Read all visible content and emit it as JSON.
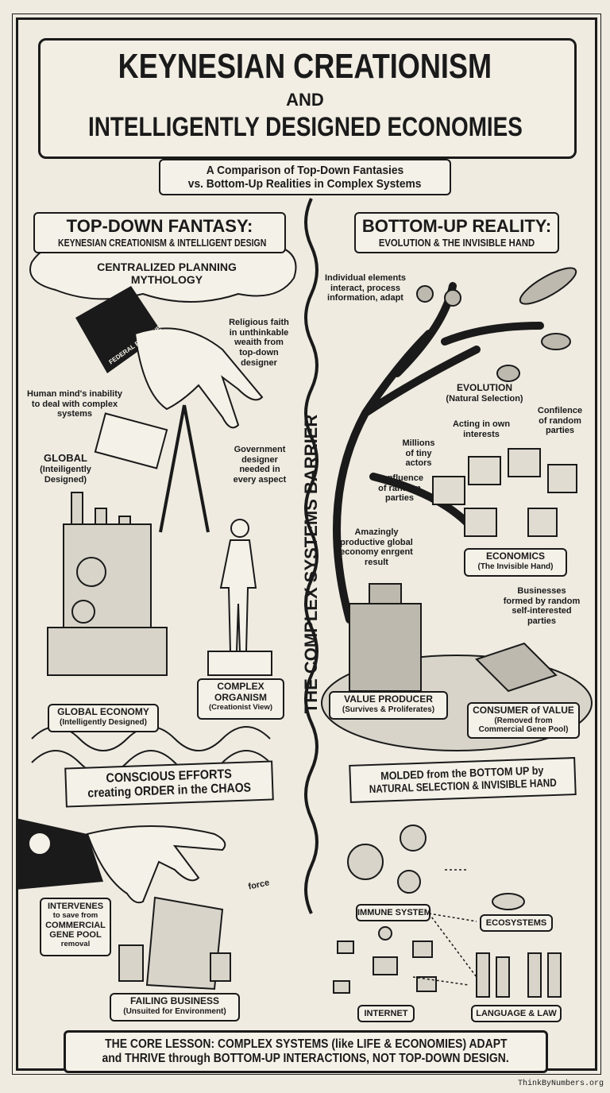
{
  "title": {
    "line1": "KEYNESIAN CREATIONISM",
    "line2": "AND",
    "line3": "INTELLIGENTLY DESIGNED ECONOMIES",
    "subtitle_line1": "A Comparison of Top-Down Fantasies",
    "subtitle_line2": "vs. Bottom-Up Realities in Complex Systems"
  },
  "barrier": "THE COMPLEX SYSTEMS BARRIER",
  "left": {
    "header_title": "TOP-DOWN FANTASY:",
    "header_sub": "KEYNESIAN CREATIONISM & INTELLIGENT DESIGN",
    "cloud_label_1": "CENTRALIZED PLANNING",
    "cloud_label_2": "MYTHOLOGY",
    "cuff_text": "FEDERAL RESERVE",
    "religious_faith": "Religious faith in unthinkable weaith from top-down designer",
    "human_mind": "Human mind's inability to deal with complex systems",
    "global_title": "GLOBAL",
    "global_sub": "(Inteiligently Designed)",
    "government_designer": "Government designer needed in every aspect",
    "global_economy_title": "GLOBAL ECONOMY",
    "global_economy_sub": "(Intelligently Designed)",
    "complex_organism_1": "COMPLEX",
    "complex_organism_2": "ORGANISM",
    "complex_organism_sub": "(Creationist View)",
    "ribbon_line1": "CONSCIOUS EFFORTS",
    "ribbon_line2": "creating ORDER in the CHAOS",
    "intervenes_1": "INTERVENES",
    "intervenes_2": "to save from",
    "intervenes_3": "COMMERCIAL",
    "intervenes_4": "GENE POOL",
    "intervenes_5": "removal",
    "force": "force",
    "failing_title": "FAILING BUSINESS",
    "failing_sub": "(Unsuited for Environment)"
  },
  "right": {
    "header_title": "BOTTOM-UP REALITY:",
    "header_sub": "EVOLUTION & THE INVISIBLE HAND",
    "individual_elements": "Individual elements interact, process information, adapt",
    "evolution_title": "EVOLUTION",
    "evolution_sub": "(Natural Selection)",
    "confilence": "Confilence of random parties",
    "acting": "Acting in own interests",
    "millions": "Millions of tiny actors",
    "confluence": "Confluence of random parties",
    "amazingly": "Amazingly productive global economy enrgent result",
    "economics_title": "ECONOMICS",
    "economics_sub": "(The Invisible Hand)",
    "businesses": "Businesses formed by random self-interested parties",
    "value_producer_title": "VALUE PRODUCER",
    "value_producer_sub": "(Survives & Proliferates)",
    "consumer_title": "CONSUMER of VALUE",
    "consumer_sub1": "(Removed from",
    "consumer_sub2": "Commercial Gene Pool)",
    "ribbon_line1": "MOLDED from the BOTTOM UP by",
    "ribbon_line2": "NATURAL SELECTION & INVISIBLE HAND",
    "immune_system": "IMMUNE SYSTEM",
    "ecosystems": "ECOSYSTEMS",
    "internet": "INTERNET",
    "language_law": "LANGUAGE & LAW"
  },
  "core_lesson_line1": "THE CORE LESSON: COMPLEX SYSTEMS (like LIFE & ECONOMIES) ADAPT",
  "core_lesson_line2": "and THRIVE through BOTTOM-UP INTERACTIONS, NOT TOP-DOWN DESIGN.",
  "credit": "ThinkByNumbers.org",
  "colors": {
    "paper": "#efebe1",
    "ink": "#1a1a1a",
    "shade": "#9a968c"
  }
}
